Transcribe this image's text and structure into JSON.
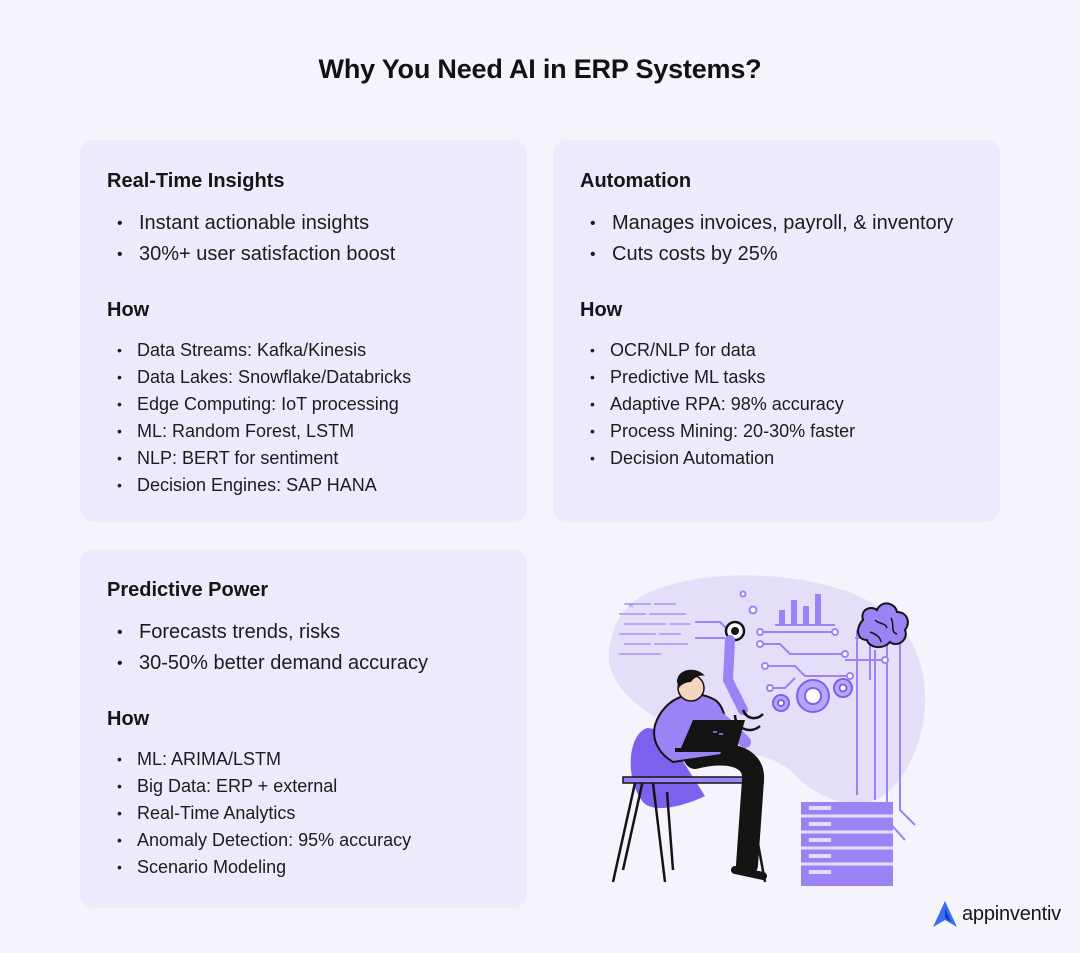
{
  "title": "Why You Need AI in ERP Systems?",
  "cards": {
    "realtime": {
      "title": "Real-Time Insights",
      "points": [
        "Instant actionable insights",
        "30%+ user satisfaction boost"
      ],
      "how_label": "How",
      "how": [
        "Data Streams: Kafka/Kinesis",
        "Data Lakes: Snowflake/Databricks",
        "Edge Computing: IoT processing",
        "ML: Random Forest, LSTM",
        "NLP: BERT for sentiment",
        "Decision Engines: SAP HANA"
      ]
    },
    "automation": {
      "title": "Automation",
      "points": [
        "Manages invoices, payroll, & inventory",
        "Cuts costs by 25%"
      ],
      "how_label": "How",
      "how": [
        "OCR/NLP for data",
        "Predictive ML tasks",
        "Adaptive RPA: 98% accuracy",
        "Process Mining: 20-30% faster",
        "Decision Automation"
      ]
    },
    "predictive": {
      "title": "Predictive Power",
      "points": [
        "Forecasts trends, risks",
        "30-50% better demand accuracy"
      ],
      "how_label": "How",
      "how": [
        "ML: ARIMA/LSTM",
        "Big Data: ERP + external",
        "Real-Time Analytics",
        "Anomaly Detection: 95% accuracy",
        "Scenario Modeling"
      ]
    }
  },
  "brand": {
    "name": "appinventiv",
    "accent": "#3d6bf2"
  },
  "illustration": {
    "icon": "person-laptop-ai-illustration",
    "primary": "#9b82f5",
    "secondary": "#e4def9",
    "dark": "#141414"
  }
}
